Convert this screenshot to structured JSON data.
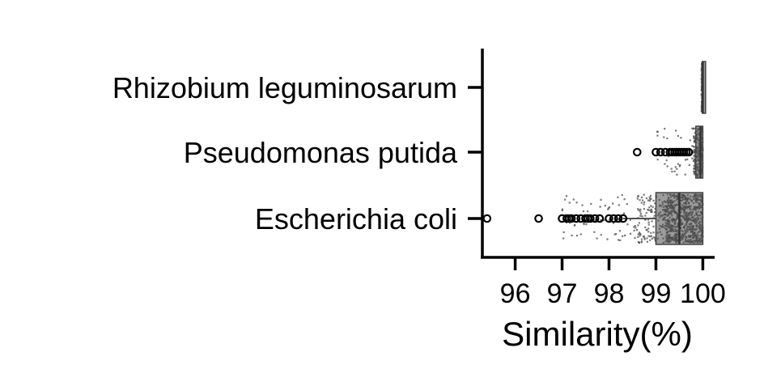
{
  "chart_data": {
    "type": "boxplot",
    "orientation": "horizontal",
    "title": "",
    "xlabel": "Similarity(%)",
    "ylabel": "",
    "xlim": [
      95.3,
      100.2
    ],
    "xticks": [
      96,
      97,
      98,
      99,
      100
    ],
    "categories": [
      "Rhizobium leguminosarum",
      "Pseudomonas putida",
      "Escherichia coli"
    ],
    "grid": false,
    "legend": "none",
    "colors": {
      "points": "#4d4d4d",
      "box_fill": "#4d4d4d",
      "outline": "#000000"
    },
    "series": [
      {
        "category": "Rhizobium leguminosarum",
        "box": {
          "min": 99.98,
          "q1": 99.99,
          "median": 100.0,
          "q3": 100.0,
          "max": 100.0
        },
        "outliers": [],
        "jitter_range": [
          99.97,
          100.0
        ]
      },
      {
        "category": "Pseudomonas putida",
        "box": {
          "min": 99.8,
          "q1": 99.85,
          "median": 99.95,
          "q3": 100.0,
          "max": 100.0
        },
        "outliers": [
          98.6,
          99.0,
          99.1,
          99.2,
          99.3,
          99.35,
          99.4,
          99.45,
          99.5,
          99.55,
          99.6,
          99.65,
          99.7
        ],
        "jitter_range": [
          98.9,
          100.0
        ]
      },
      {
        "category": "Escherichia coli",
        "box": {
          "min": 98.3,
          "q1": 99.0,
          "median": 99.5,
          "q3": 100.0,
          "max": 100.0
        },
        "outliers": [
          95.4,
          96.5,
          97.0,
          97.1,
          97.15,
          97.2,
          97.3,
          97.4,
          97.5,
          97.55,
          97.6,
          97.7,
          97.8,
          98.0,
          98.1,
          98.2,
          98.3
        ],
        "jitter_range": [
          95.4,
          100.0
        ]
      }
    ]
  }
}
